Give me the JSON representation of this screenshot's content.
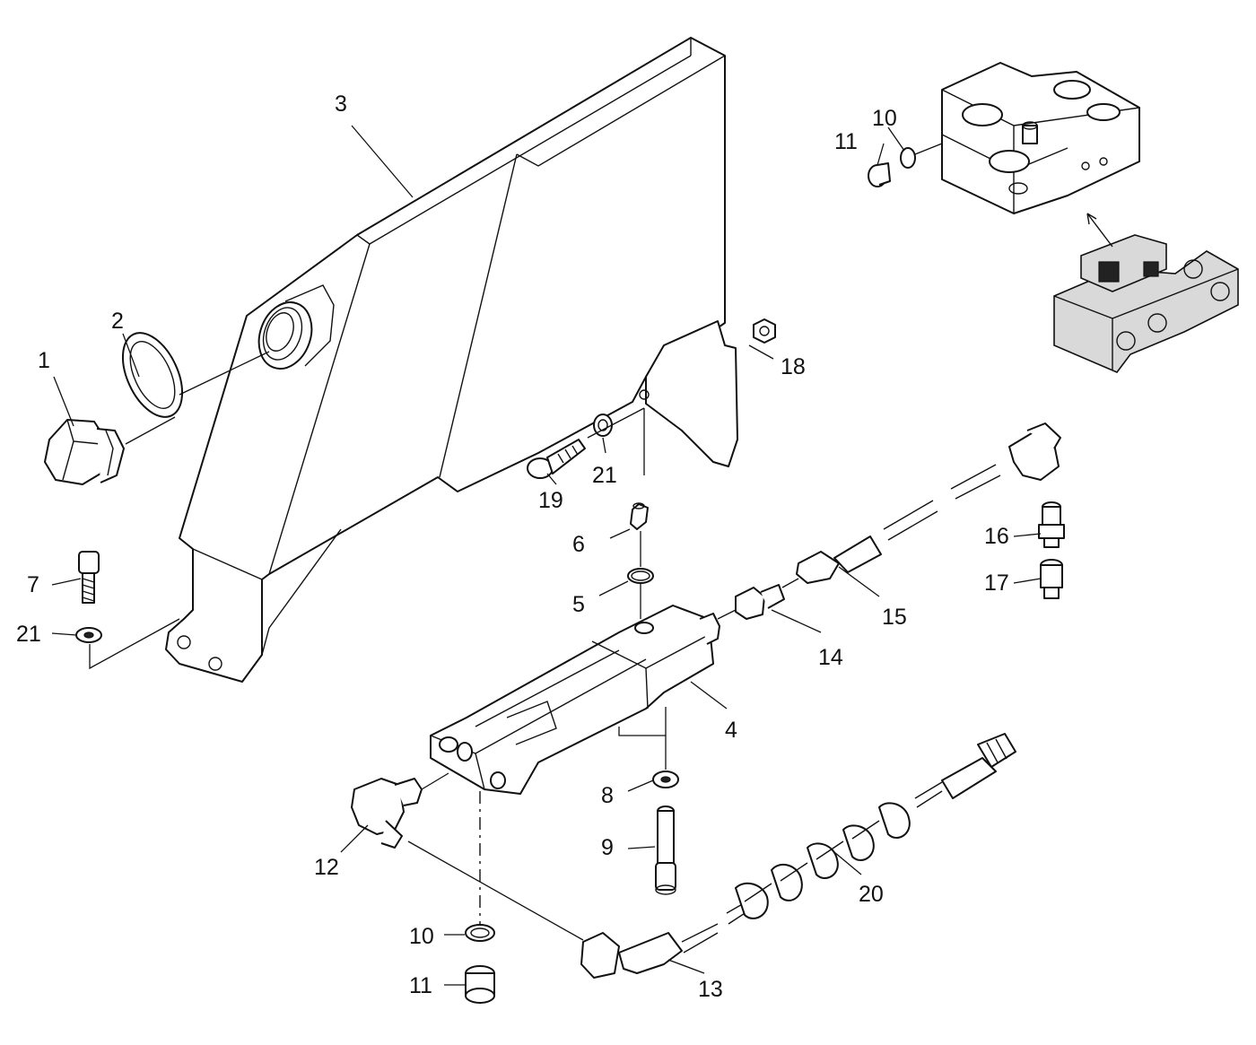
{
  "diagram": {
    "callouts": [
      "1",
      "2",
      "3",
      "4",
      "5",
      "6",
      "7",
      "8",
      "9",
      "10",
      "11",
      "12",
      "13",
      "14",
      "15",
      "16",
      "17",
      "18",
      "19",
      "20",
      "21"
    ],
    "labels": {
      "c1": "1",
      "c2": "2",
      "c3": "3",
      "c4": "4",
      "c5": "5",
      "c6": "6",
      "c7": "7",
      "c8": "8",
      "c9": "9",
      "c10a": "10",
      "c10b": "10",
      "c11a": "11",
      "c11b": "11",
      "c12": "12",
      "c13": "13",
      "c14": "14",
      "c15": "15",
      "c16": "16",
      "c17": "17",
      "c18": "18",
      "c19": "19",
      "c20": "20",
      "c21a": "21",
      "c21b": "21"
    }
  }
}
